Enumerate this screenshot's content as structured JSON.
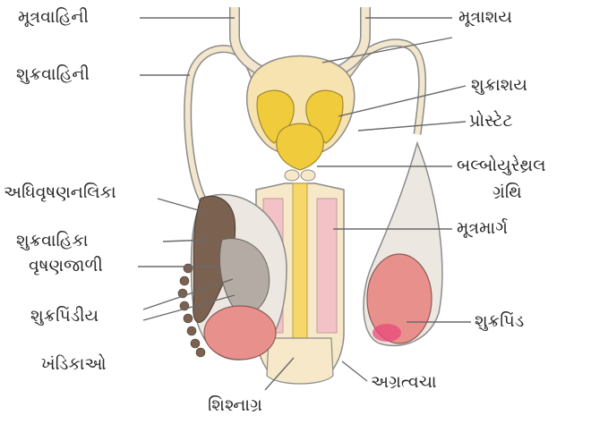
{
  "labels": {
    "urinary_tube_left": "મૂત્રવાહિની",
    "bladder": "મૂત્રાશય",
    "sperm_duct": "શુક્રવાહિની",
    "seminal_vesicle": "શુક્રાશય",
    "prostate": "પ્રોસ્ટેટ",
    "bulbourethral_1": "બલ્બોયુરેથ્રલ",
    "bulbourethral_2": "ગ્રંથિ",
    "epididymis": "અધિવૃષણનલિકા",
    "vas_efferens": "શુક્રવાહિકા",
    "rete_testis": "વૃષણજાળી",
    "lobules_1": "શુક્રપિંડીય",
    "lobules_2": "ખંડિકાઓ",
    "urethra": "મૂત્રમાર્ગ",
    "testis": "શુક્રપિંડ",
    "glans": "શિશ્નાગ્ર",
    "foreskin": "અગ્રત્વચા"
  },
  "colors": {
    "bladder_fill": "#f7e3b0",
    "gland_fill": "#f0cc3c",
    "tube_fill": "#f2e6cc",
    "penis_fill": "#f6e8c8",
    "urethra_fill": "#f2c2c6",
    "testis_fill": "#e8918c",
    "testis_highlight": "#e84a7a",
    "scrotum_fill": "#ece7e0",
    "epididymis_fill": "#7a6150",
    "outline": "#8c8c8c",
    "leader": "#6a6a6a"
  }
}
